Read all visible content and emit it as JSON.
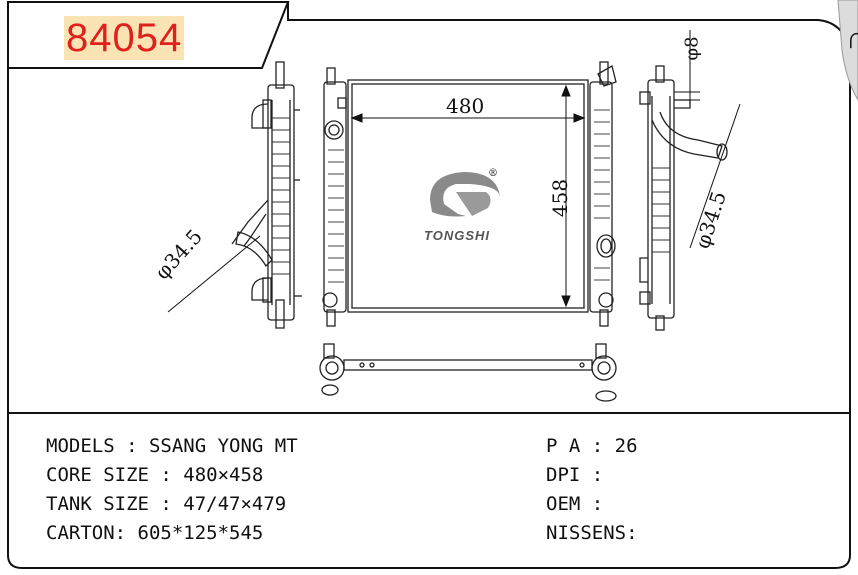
{
  "part_number": "84054",
  "brand": {
    "name": "TONGSHI",
    "registered_mark": "®"
  },
  "dimensions": {
    "core_width": "480",
    "core_height": "458",
    "inlet_diameter": "φ34.5",
    "outlet_diameter": "φ34.5",
    "small_pipe": "φ8"
  },
  "specs": {
    "models": "MODELS : SSANG YONG MT",
    "core_size": "CORE SIZE : 480×458",
    "tank_size": "TANK SIZE : 47/47×479",
    "carton": "CARTON: 605*125*545",
    "pa": "P A : 26",
    "dpi": "DPI :",
    "oem": "OEM :",
    "nissens": "NISSENS:"
  }
}
